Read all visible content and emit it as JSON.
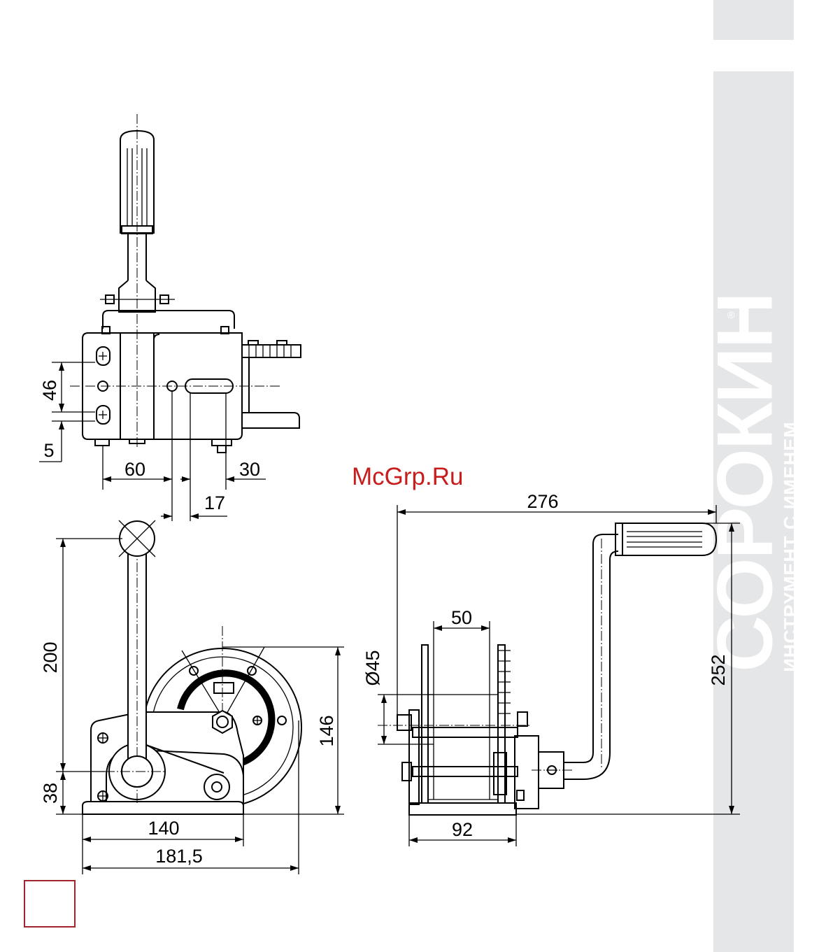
{
  "watermark": "McGrp.Ru",
  "brand": {
    "name": "СОРОКИН",
    "tagline": "ИНСТРУМЕНТ С ИМЕНЕМ",
    "registered": "®"
  },
  "colors": {
    "band": "#e5e6e8",
    "watermark": "#c81d1d",
    "page_box": "#a0242c"
  },
  "dimensions": {
    "top_view": {
      "d46": "46",
      "d5": "5",
      "d60": "60",
      "d30": "30",
      "d17": "17"
    },
    "side_view": {
      "d200": "200",
      "d38": "38",
      "d146": "146",
      "d140": "140",
      "d181_5": "181,5"
    },
    "front_view": {
      "d276": "276",
      "d50": "50",
      "d45": "Ø45",
      "d252": "252",
      "d92": "92"
    }
  }
}
